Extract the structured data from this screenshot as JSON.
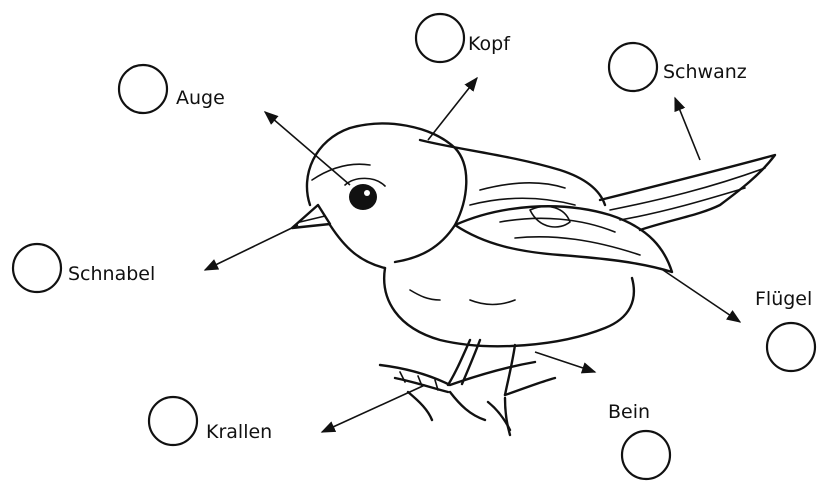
{
  "labels": {
    "kopf": "Kopf",
    "auge": "Auge",
    "schwanz": "Schwanz",
    "schnabel": "Schnabel",
    "fluegel": "Flügel",
    "krallen": "Krallen",
    "bein": "Bein"
  },
  "colors": {
    "ink": "#111111",
    "background": "#ffffff"
  }
}
